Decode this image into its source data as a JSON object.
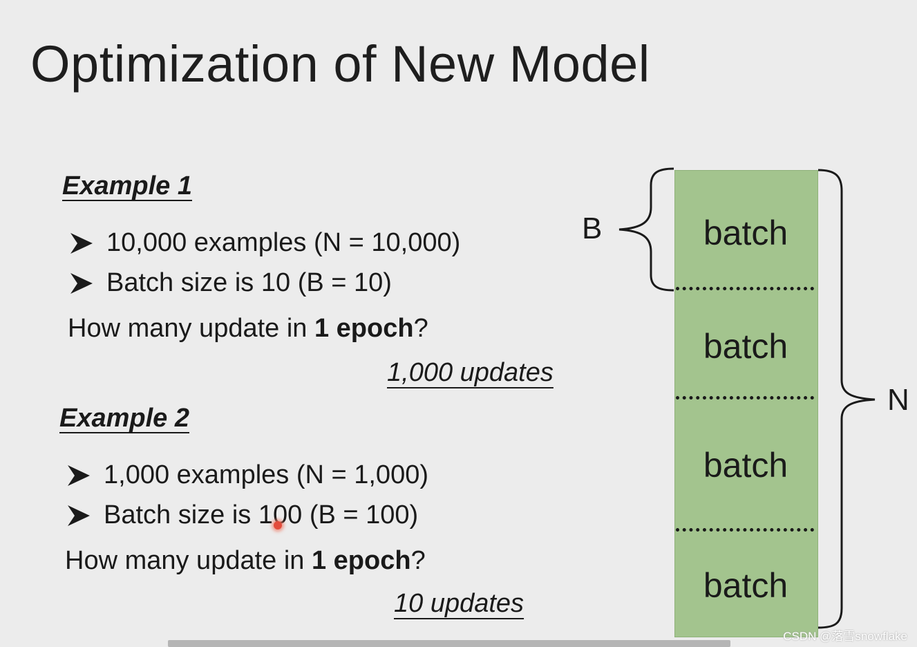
{
  "slide": {
    "title": "Optimization of New Model",
    "example1": {
      "heading": "Example 1",
      "bullets": [
        "10,000 examples (N = 10,000)",
        "Batch size is 10 (B = 10)"
      ],
      "question_prefix": "How many update in ",
      "question_bold": "1 epoch",
      "question_suffix": "?",
      "answer": "1,000 updates"
    },
    "example2": {
      "heading": "Example 2",
      "bullets": [
        "1,000 examples (N = 1,000)",
        "Batch size is 100 (B = 100)"
      ],
      "question_prefix": "How many update in ",
      "question_bold": "1 epoch",
      "question_suffix": "?",
      "answer": "10 updates"
    },
    "diagram": {
      "batch_labels": [
        "batch",
        "batch",
        "batch",
        "batch"
      ],
      "b_label": "B",
      "n_label": "N",
      "fill_color": "#a3c48e"
    }
  },
  "watermark": "CSDN @落雪snowflake"
}
